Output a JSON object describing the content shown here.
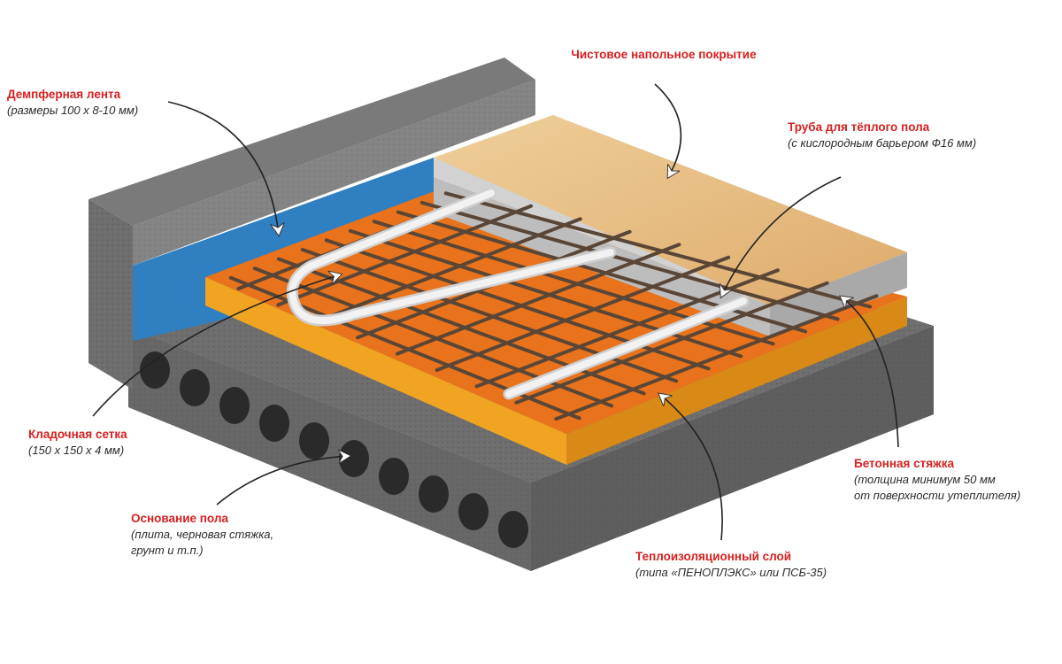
{
  "labels": {
    "finish_floor": {
      "title": "Чистовое напольное покрытие"
    },
    "damper_tape": {
      "title": "Демпферная лента",
      "note": "(размеры 100 х 8-10 мм)"
    },
    "pipe": {
      "title": "Труба для тёплого пола",
      "note": "(с кислородным барьером Ф16 мм)"
    },
    "mesh": {
      "title": "Кладочная сетка",
      "note": "(150 х 150 х 4 мм)"
    },
    "screed": {
      "title": "Бетонная стяжка",
      "note_line1": "(толщина минимум 50 мм",
      "note_line2": "от поверхности утеплителя)"
    },
    "base": {
      "title": "Основание пола",
      "note_line1": "(плита, черновая стяжка,",
      "note_line2": "грунт и т.п.)"
    },
    "insulation": {
      "title": "Теплоизоляционный слой",
      "note": "(типа «ПЕНОПЛЭКС» или ПСБ-35)"
    }
  },
  "colors": {
    "title_red": "#d6201f",
    "concrete": "#6b6b6b",
    "damper_blue": "#2f7fc1",
    "insulation_orange": "#e8731c",
    "insulation_side": "#f0a422",
    "screed_gray": "#cfcfcf",
    "wood": "#e9bf86",
    "rebar": "#5a4636",
    "pipe": "#e6e6e6"
  }
}
